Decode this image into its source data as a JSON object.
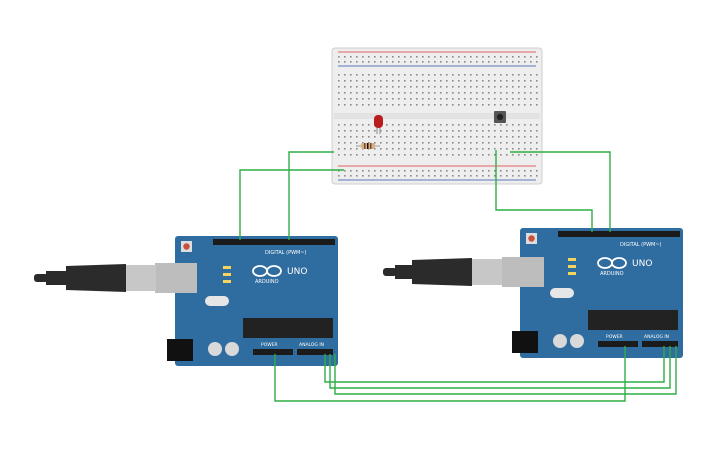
{
  "circuit": {
    "breadboard": {
      "board_color": "#eeeeee",
      "rail_red": "#d33",
      "rail_blue": "#2a4ea8"
    },
    "arduino_left": {
      "brand_text": "ARDUINO",
      "model_text": "UNO",
      "header_digital": "DIGITAL (PWM~)",
      "header_power": "POWER",
      "header_analog": "ANALOG IN",
      "board_color": "#2f6c9f"
    },
    "arduino_right": {
      "brand_text": "ARDUINO",
      "model_text": "UNO",
      "header_digital": "DIGITAL (PWM~)",
      "header_power": "POWER",
      "header_analog": "ANALOG IN",
      "board_color": "#2f6c9f"
    },
    "components": {
      "led_color": "#b91d1d",
      "resistor_color": "#d2b48c",
      "button_color": "#333333"
    },
    "wire_color": "#2fae45"
  }
}
